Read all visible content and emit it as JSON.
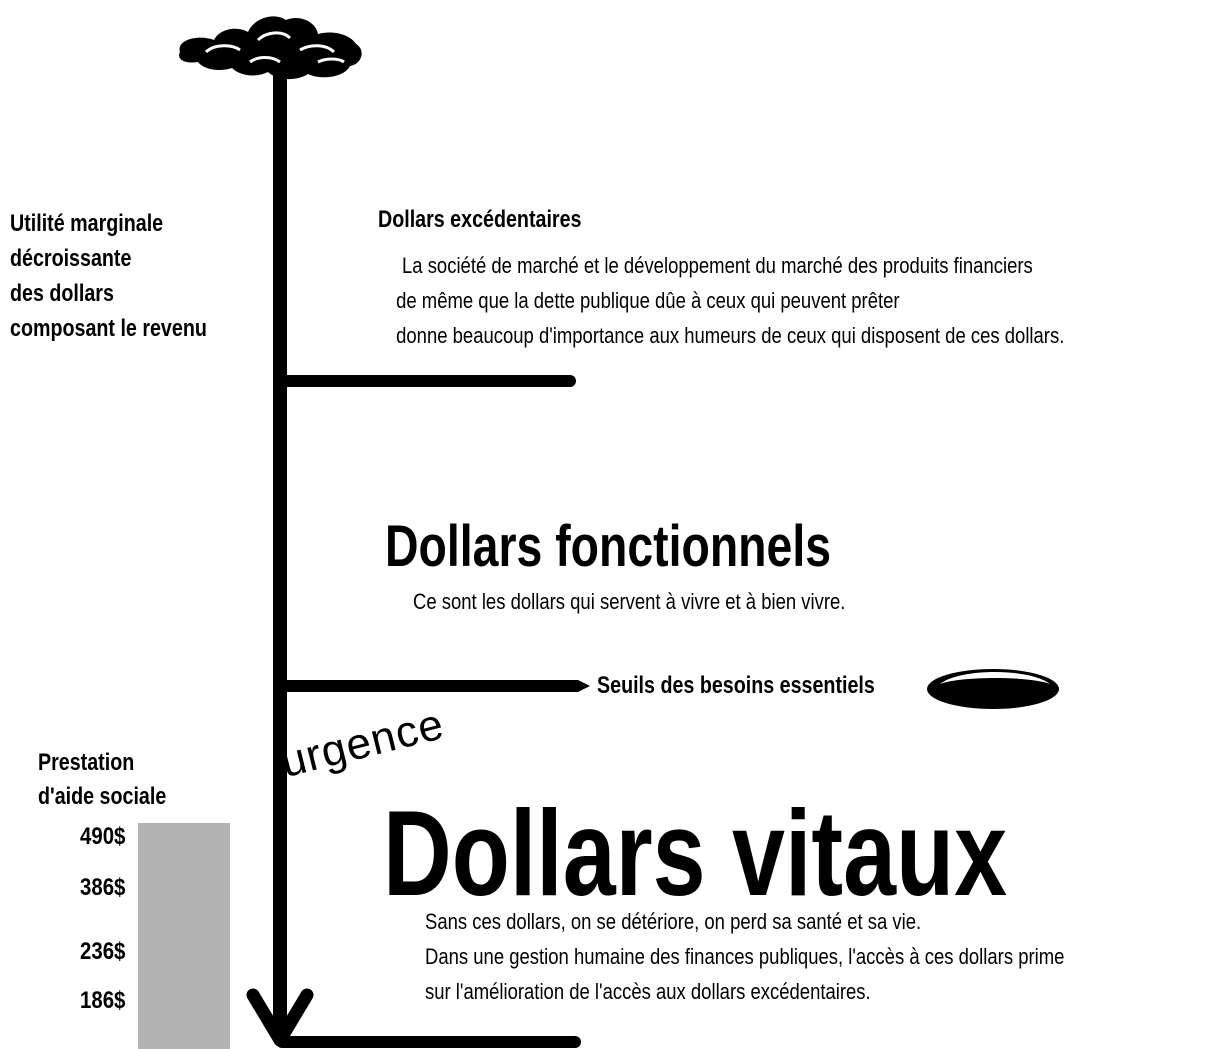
{
  "axis_label": [
    "Utilité marginale",
    "décroissante",
    "des dollars",
    "composant le revenu"
  ],
  "excess": {
    "title": "Dollars excédentaires",
    "lines": [
      "La société de marché et le développement du marché des produits financiers",
      "de même que la dette publique dûe à ceux qui peuvent prêter",
      "donne beaucoup d'importance aux humeurs de ceux qui disposent de ces dollars."
    ]
  },
  "functional": {
    "title": "Dollars fonctionnels",
    "description": "Ce sont les dollars qui servent à vivre et à bien vivre."
  },
  "threshold": {
    "label": "Seuils des besoins essentiels"
  },
  "vital": {
    "urgency": "urgence",
    "title": "Dollars vitaux",
    "lines": [
      "Sans ces dollars, on se détériore, on perd sa santé et sa vie.",
      "Dans une gestion humaine des finances publiques, l'accès à ces dollars prime",
      "sur l'amélioration de l'accès aux dollars excédentaires."
    ]
  },
  "social_benefit": {
    "title": [
      "Prestation",
      "d'aide sociale"
    ],
    "amounts": [
      "490$",
      "386$",
      "236$",
      "186$"
    ],
    "bar_color": "#b3b3b3"
  },
  "icons": [
    "cloud-icon",
    "hole-icon",
    "arrow-down-icon"
  ]
}
